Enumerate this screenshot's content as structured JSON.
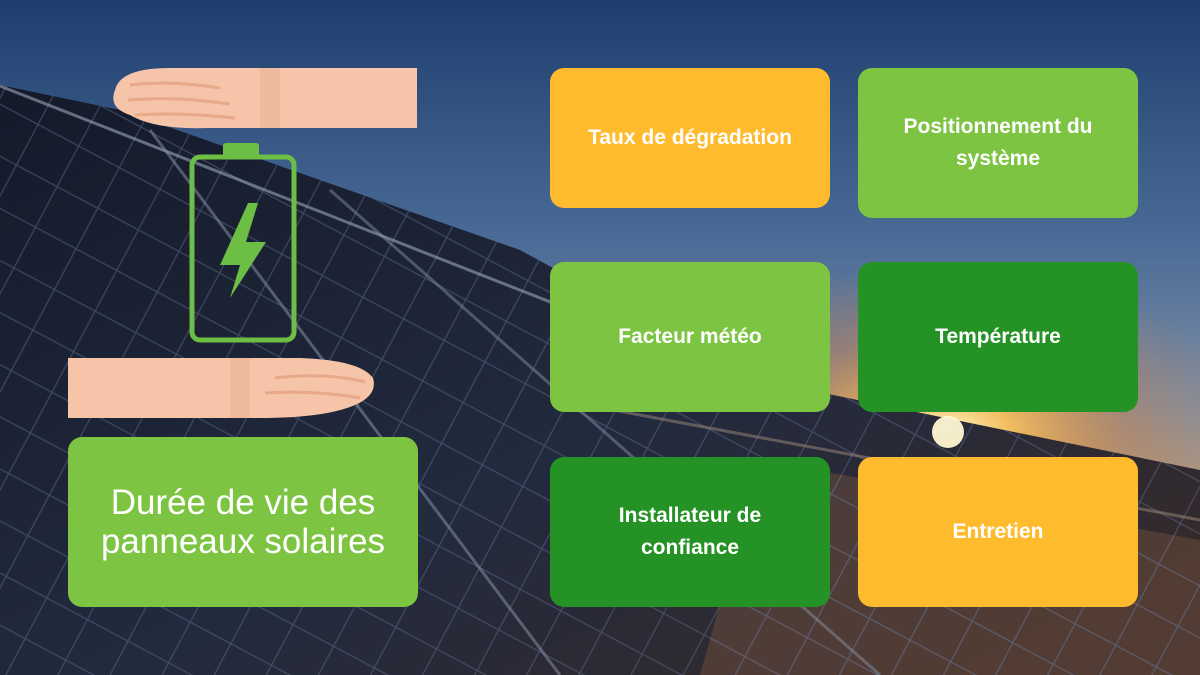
{
  "colors": {
    "orange": "#FFBB2E",
    "light_green": "#7DC443",
    "dark_green": "#249224",
    "battery_green": "#6DBE45",
    "skin": "#F6C4A8"
  },
  "main_title": "Durée de vie des panneaux solaires",
  "icons": {
    "hands": "hands-icon",
    "battery": "battery-icon",
    "bolt": "lightning-bolt-icon"
  },
  "factors": [
    {
      "label": "Taux de dégradation",
      "color": "#FFBB2E"
    },
    {
      "label": "Positionnement du système",
      "color": "#7DC443"
    },
    {
      "label": "Facteur météo",
      "color": "#7DC443"
    },
    {
      "label": "Température",
      "color": "#249224"
    },
    {
      "label": "Installateur de confiance",
      "color": "#249224"
    },
    {
      "label": "Entretien",
      "color": "#FFBB2E"
    }
  ]
}
